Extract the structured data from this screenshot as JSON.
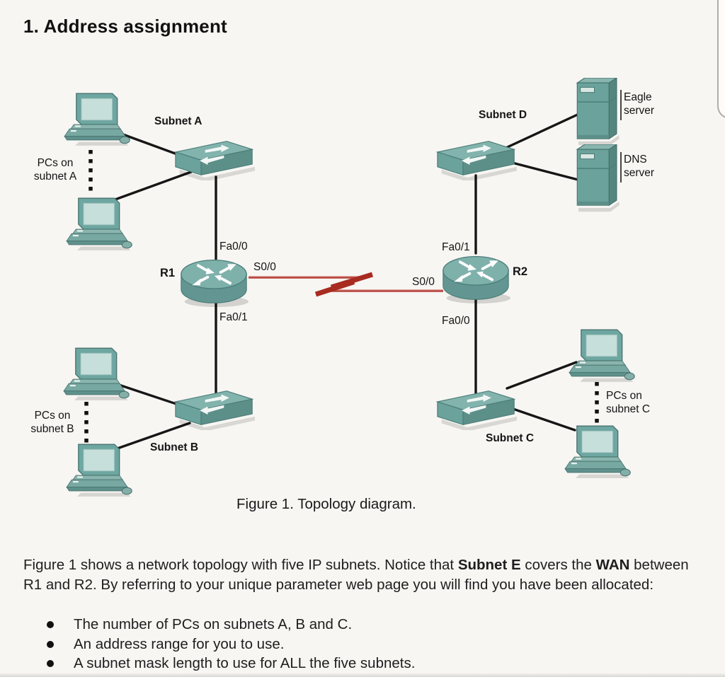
{
  "page": {
    "title": "1. Address assignment"
  },
  "figure": {
    "caption": "Figure 1. Topology diagram.",
    "labels": {
      "subnet_a": "Subnet A",
      "subnet_b": "Subnet B",
      "subnet_c": "Subnet C",
      "subnet_d": "Subnet D",
      "pcs_a_line1": "PCs on",
      "pcs_a_line2": "subnet A",
      "pcs_b_line1": "PCs on",
      "pcs_b_line2": "subnet B",
      "pcs_c_line1": "PCs on",
      "pcs_c_line2": "subnet C",
      "r1": "R1",
      "r2": "R2",
      "r1_fa00": "Fa0/0",
      "r1_s00": "S0/0",
      "r1_fa01": "Fa0/1",
      "r2_fa01": "Fa0/1",
      "r2_s00": "S0/0",
      "r2_fa00": "Fa0/0",
      "eagle_line1": "Eagle",
      "eagle_line2": "server",
      "dns_line1": "DNS",
      "dns_line2": "server"
    },
    "colors": {
      "device_teal": "#6ba29c",
      "device_teal_light": "#82b3ad",
      "device_teal_dark": "#5d8f89",
      "wan_red": "#b5433a",
      "wan_bolt_red": "#a82b20",
      "line_black": "#161616"
    }
  },
  "body": {
    "para": {
      "part1": "Figure 1 shows a network topology with five IP subnets. Notice that ",
      "bold1": "Subnet E",
      "part2": " covers the ",
      "bold2": "WAN",
      "part3": " between R1 and R2. By referring to your unique parameter web page you will find you have been allocated:"
    },
    "bullets": [
      "The number of PCs on subnets A, B and C.",
      "An address range for you to use.",
      "A subnet mask length to use for ALL the five subnets."
    ]
  }
}
